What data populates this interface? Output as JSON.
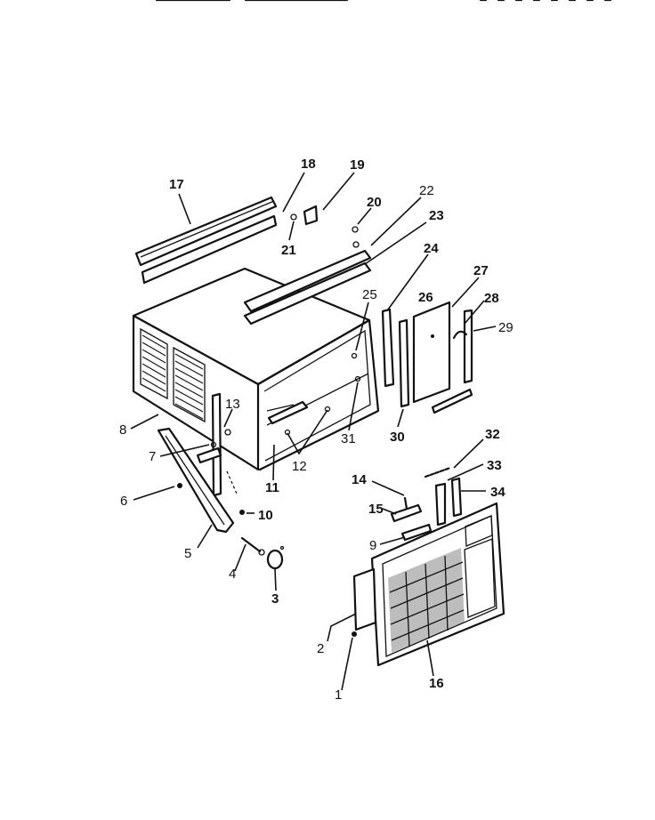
{
  "callouts": [
    {
      "n": "1",
      "bold": false
    },
    {
      "n": "2",
      "bold": false
    },
    {
      "n": "3",
      "bold": true
    },
    {
      "n": "4",
      "bold": false
    },
    {
      "n": "5",
      "bold": false
    },
    {
      "n": "6",
      "bold": false
    },
    {
      "n": "7",
      "bold": false
    },
    {
      "n": "8",
      "bold": false
    },
    {
      "n": "9",
      "bold": false
    },
    {
      "n": "10",
      "bold": true
    },
    {
      "n": "11",
      "bold": true
    },
    {
      "n": "12",
      "bold": false
    },
    {
      "n": "13",
      "bold": false
    },
    {
      "n": "14",
      "bold": true
    },
    {
      "n": "15",
      "bold": true
    },
    {
      "n": "16",
      "bold": true
    },
    {
      "n": "17",
      "bold": true
    },
    {
      "n": "18",
      "bold": true
    },
    {
      "n": "19",
      "bold": true
    },
    {
      "n": "20",
      "bold": true
    },
    {
      "n": "21",
      "bold": true
    },
    {
      "n": "22",
      "bold": false
    },
    {
      "n": "23",
      "bold": true
    },
    {
      "n": "24",
      "bold": true
    },
    {
      "n": "25",
      "bold": false
    },
    {
      "n": "26",
      "bold": true
    },
    {
      "n": "27",
      "bold": true
    },
    {
      "n": "28",
      "bold": true
    },
    {
      "n": "29",
      "bold": false
    },
    {
      "n": "30",
      "bold": true
    },
    {
      "n": "31",
      "bold": false
    },
    {
      "n": "32",
      "bold": true
    },
    {
      "n": "33",
      "bold": true
    },
    {
      "n": "34",
      "bold": true
    }
  ]
}
